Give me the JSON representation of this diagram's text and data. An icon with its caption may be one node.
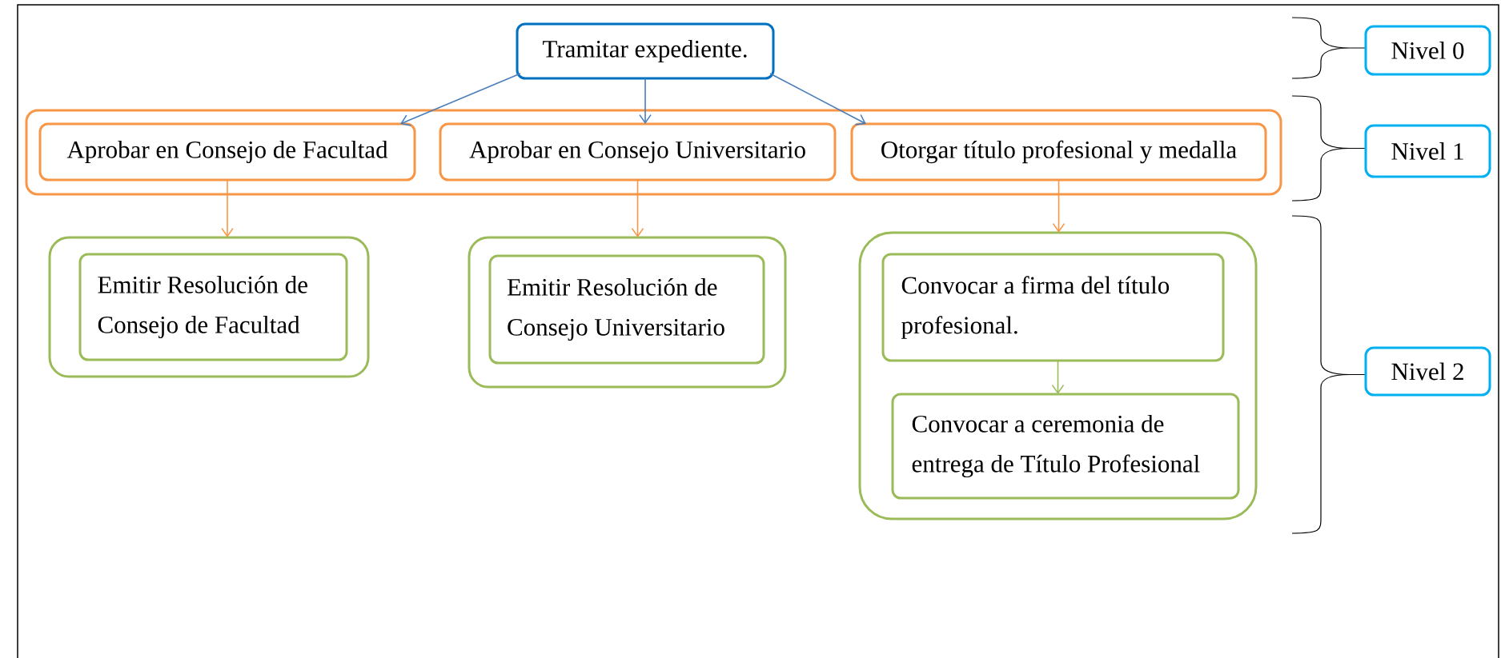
{
  "diagram": {
    "nodes": [
      {
        "text": [
          "Tramitar expediente."
        ]
      },
      {
        "text": [],
        "shape": "box"
      },
      {
        "text": [
          "Aprobar en Consejo de Facultad"
        ],
        "in": 1
      },
      {
        "text": [
          "Aprobar en Consejo Universitario"
        ],
        "in": 1
      },
      {
        "text": [
          "Otorgar título profesional y medalla"
        ],
        "in": 1
      },
      {
        "text": [],
        "shape": "box"
      },
      {
        "text": [
          "Emitir Resolución de Consejo de Facultad"
        ],
        "in": 5
      },
      {
        "text": [],
        "shape": "box"
      },
      {
        "text": [
          "Emitir Resolución de Consejo Universitario"
        ],
        "in": 7
      },
      {
        "text": [],
        "shape": "box"
      },
      {
        "text": [
          "Convocar a firma del título profesional."
        ],
        "in": 9
      },
      {
        "text": [
          "Convocar a ceremonia de entrega de Título Profesional"
        ],
        "in": 9
      },
      {
        "text": [
          "Nivel 0"
        ]
      },
      {
        "text": [
          "Nivel 1"
        ]
      },
      {
        "text": [
          "Nivel 2"
        ]
      }
    ],
    "edges": [
      {
        "from": 0,
        "to": 2,
        "arrow": "to",
        "color": "#4a7ebb"
      },
      {
        "from": 0,
        "to": 3,
        "arrow": "to",
        "color": "#4a7ebb"
      },
      {
        "from": 0,
        "to": 4,
        "arrow": "to",
        "color": "#4a7ebb"
      },
      {
        "from": 2,
        "to": 5,
        "arrow": "to",
        "color": "#f79646"
      },
      {
        "from": 3,
        "to": 7,
        "arrow": "to",
        "color": "#f79646"
      },
      {
        "from": 4,
        "to": 9,
        "arrow": "to",
        "color": "#f79646"
      },
      {
        "from": 10,
        "to": 11,
        "arrow": "to",
        "color": "#9bbb59"
      }
    ]
  }
}
